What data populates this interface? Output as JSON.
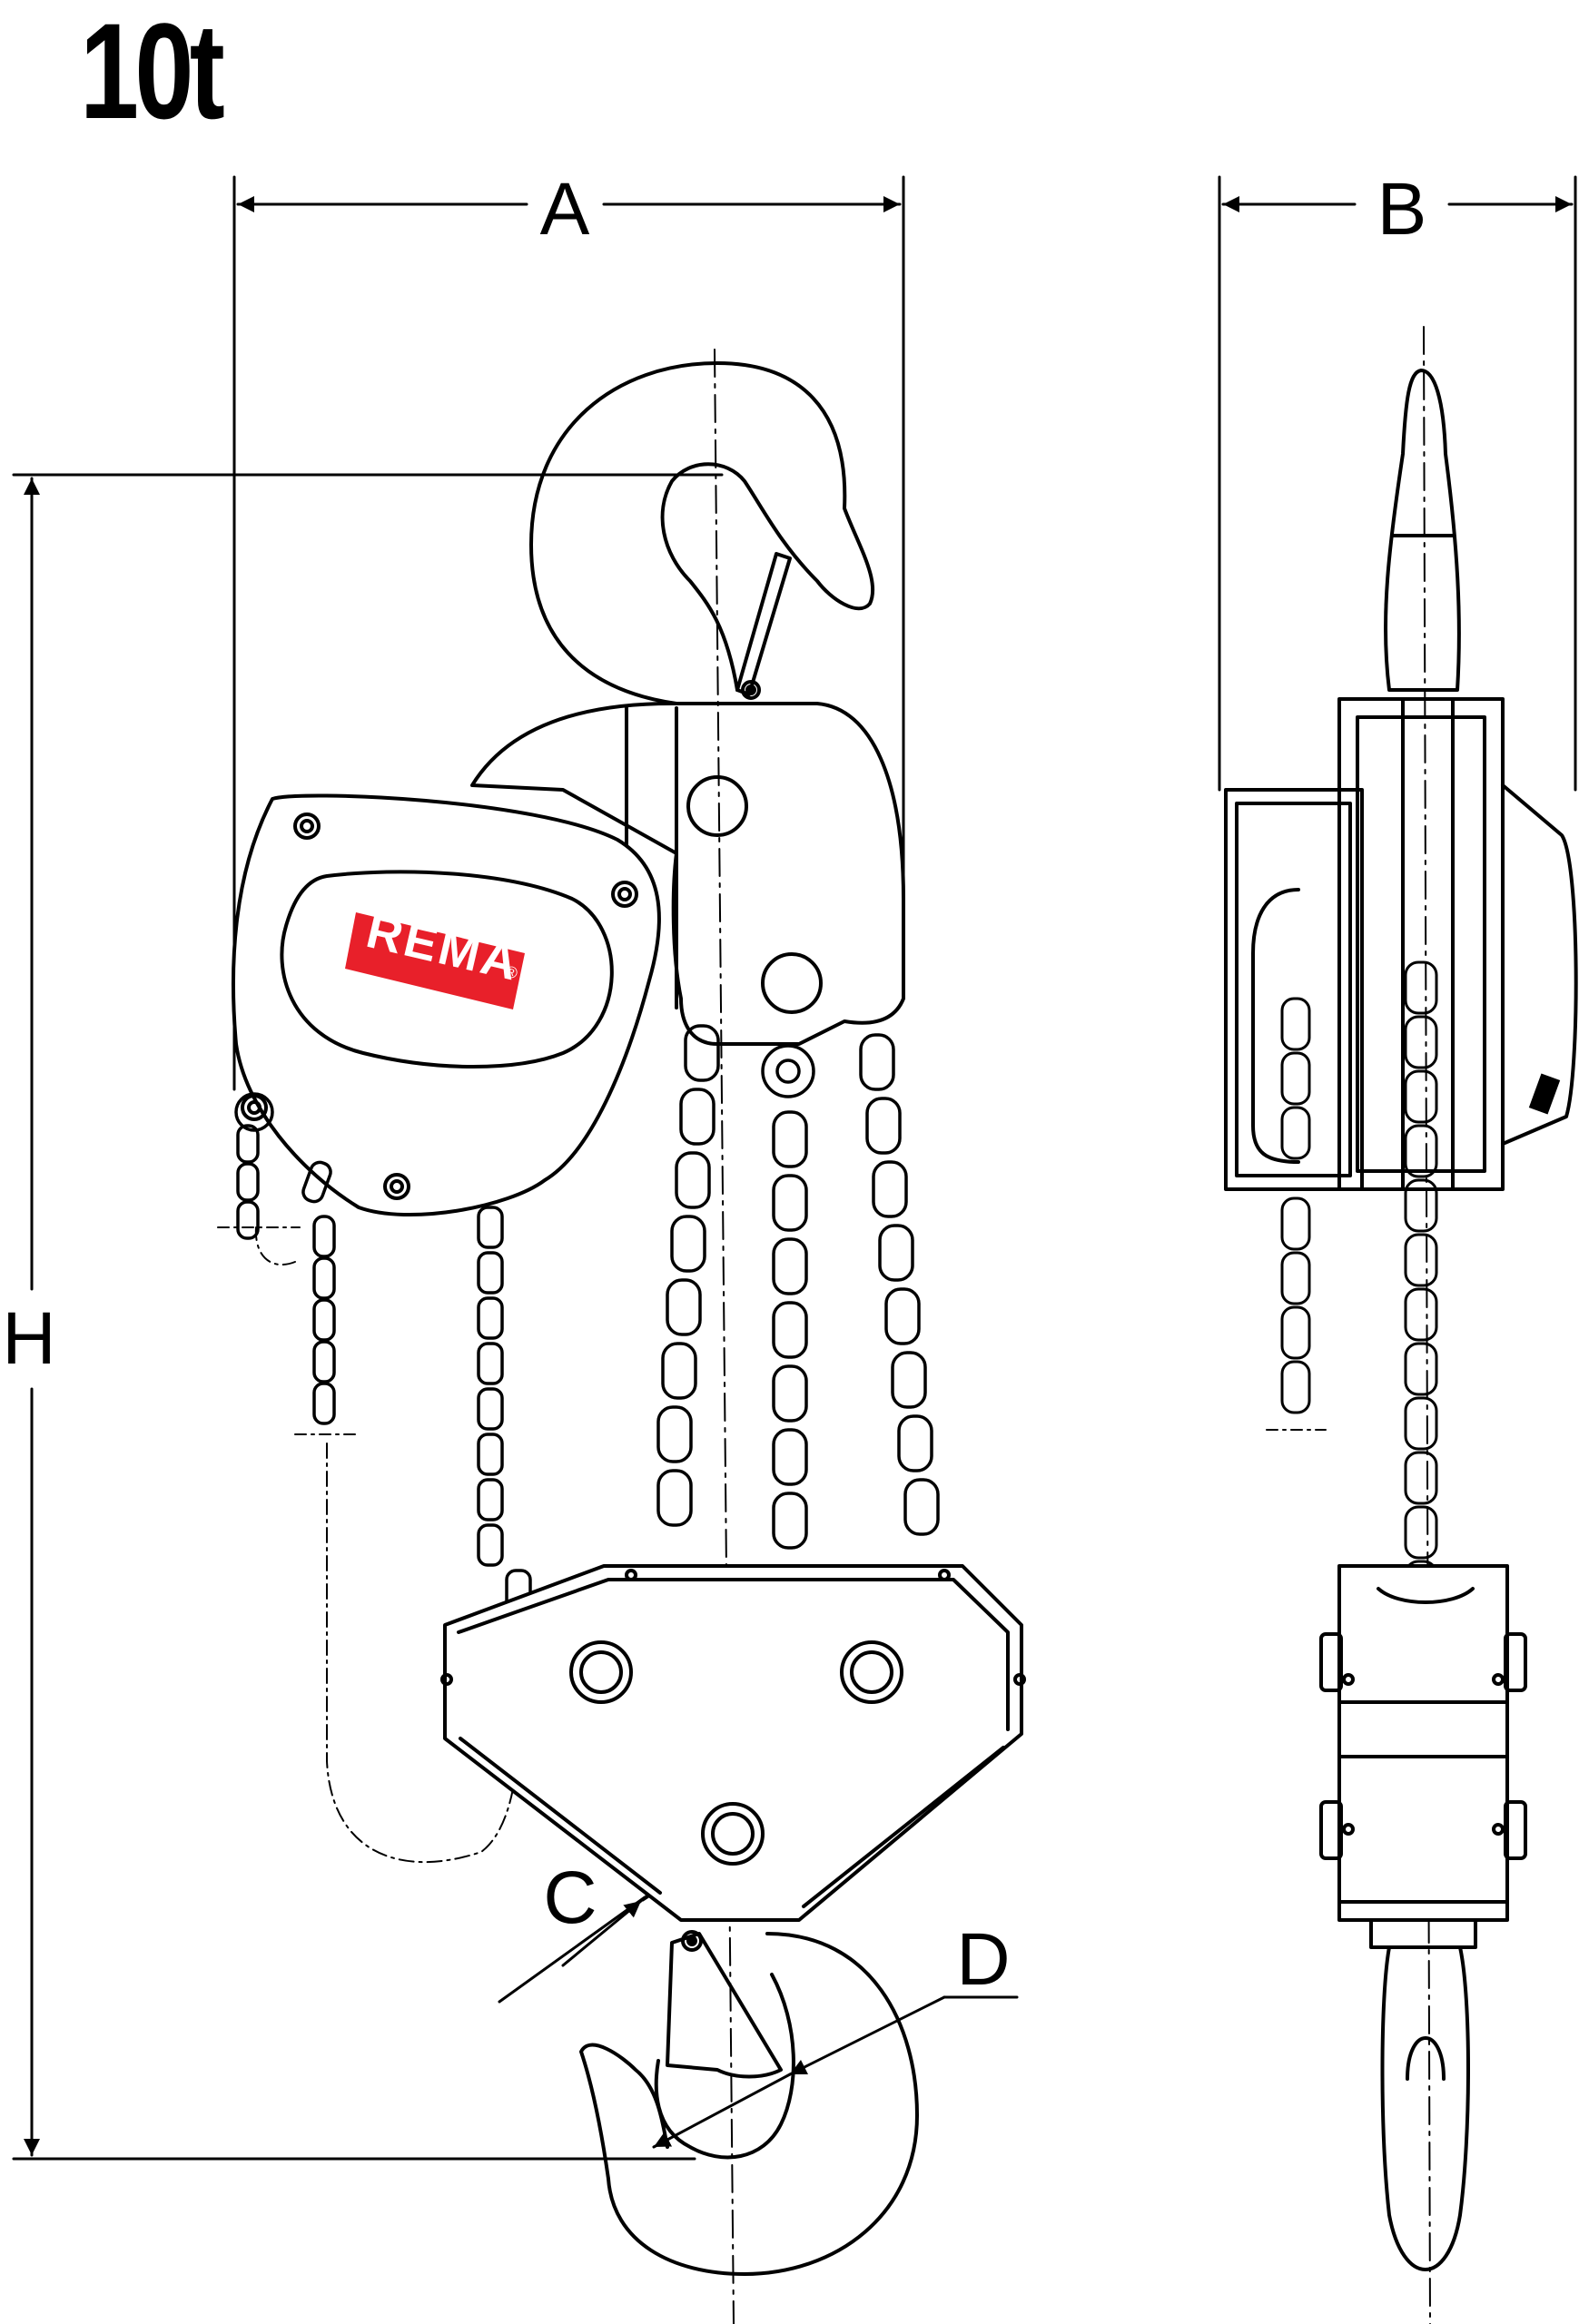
{
  "title": "10t",
  "brand": {
    "name": "REMA",
    "mark": "®",
    "color": "#e8202a"
  },
  "dimensions": {
    "A": "A",
    "B": "B",
    "H": "H",
    "C": "C",
    "D": "D"
  }
}
